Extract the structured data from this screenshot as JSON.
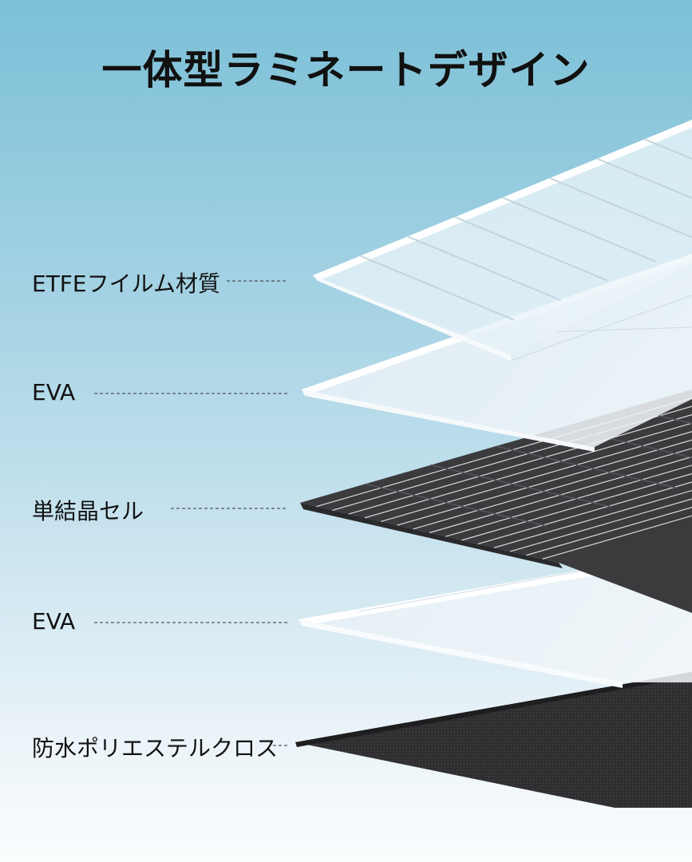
{
  "title": "一体型ラミネートデザイン",
  "layers": [
    {
      "label": "ETFEフイルム材質"
    },
    {
      "label": "EVA"
    },
    {
      "label": "単結晶セル"
    },
    {
      "label": "EVA"
    },
    {
      "label": "防水ポリエステルクロス"
    }
  ],
  "colors": {
    "cell": "#3a3a3c",
    "cloth": "#2d2d2f",
    "film": "#e9f2f7",
    "eva": "#f1f5f8",
    "text": "#111111"
  }
}
